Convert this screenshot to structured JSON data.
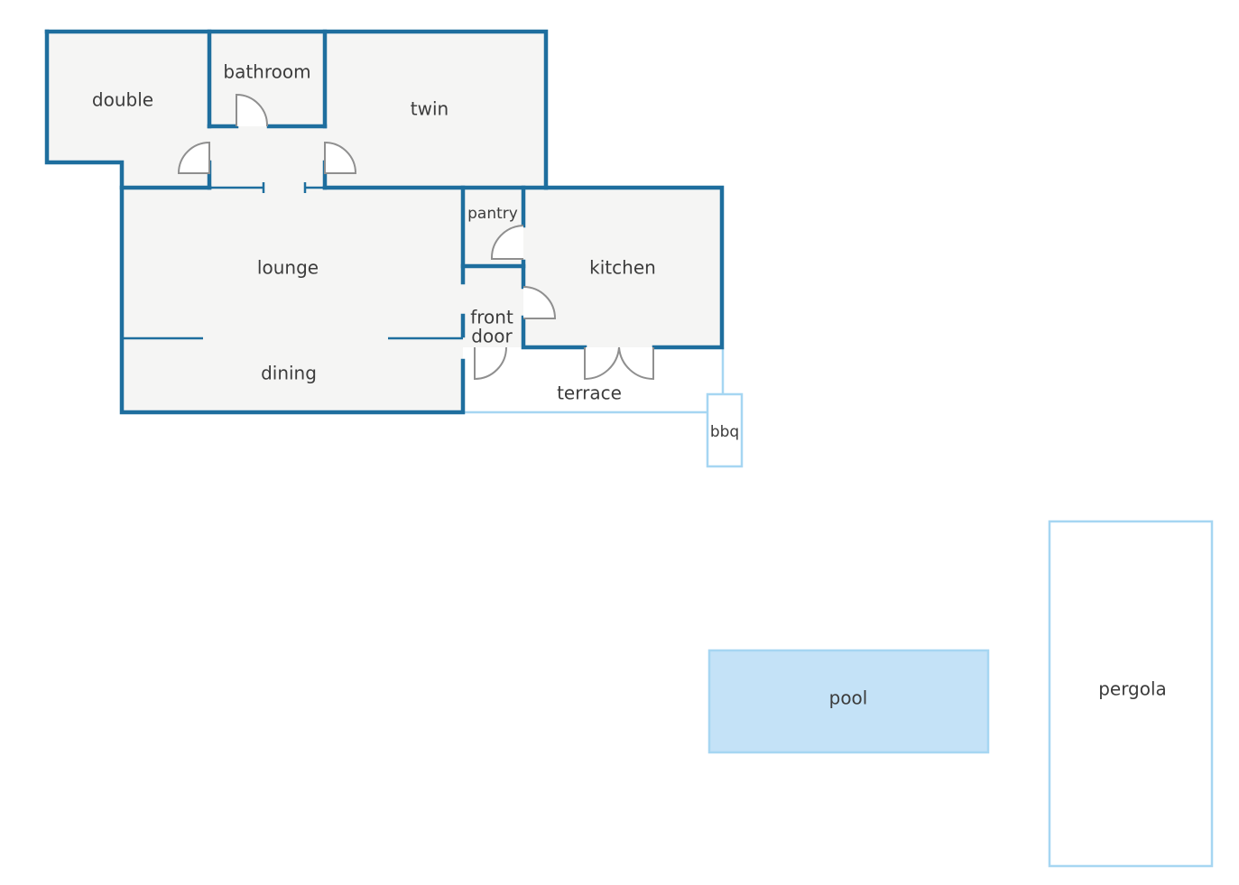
{
  "rooms": {
    "double": "double",
    "bathroom": "bathroom",
    "twin": "twin",
    "pantry": "pantry",
    "lounge": "lounge",
    "kitchen": "kitchen",
    "front_door_line1": "front",
    "front_door_line2": "door",
    "dining": "dining",
    "terrace": "terrace",
    "bbq": "bbq",
    "pool": "pool",
    "pergola": "pergola"
  },
  "colors": {
    "wall": "#1e6e9e",
    "outdoor_outline": "#a6d6f2",
    "pool_fill": "#c4e2f7",
    "room_fill": "#f5f5f4",
    "door": "#8f8f8f",
    "text": "#3c3c3c"
  }
}
